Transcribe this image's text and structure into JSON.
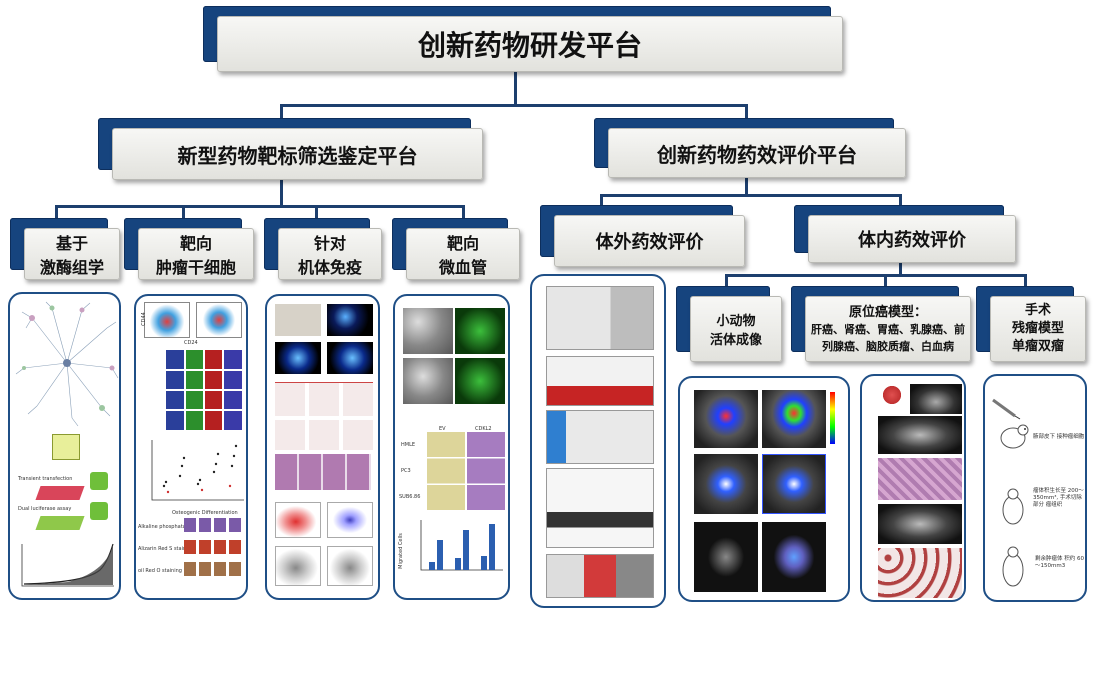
{
  "title": "创新药物研发平台",
  "branches": {
    "target": {
      "label": "新型药物靶标筛选鉴定平台",
      "items": [
        {
          "line1": "基于",
          "line2": "激酶组学"
        },
        {
          "line1": "靶向",
          "line2": "肿瘤干细胞"
        },
        {
          "line1": "针对",
          "line2": "机体免疫"
        },
        {
          "line1": "靶向",
          "line2": "微血管"
        }
      ]
    },
    "efficacy": {
      "label": "创新药物药效评价平台",
      "in_vitro": "体外药效评价",
      "in_vivo": "体内药效评价",
      "in_vivo_items": [
        {
          "lines": [
            "小动物",
            "活体成像"
          ]
        },
        {
          "lines": [
            "原位癌模型：",
            "肝癌、肾癌、胃癌、乳腺癌、前",
            "列腺癌、脑胶质瘤、白血病"
          ]
        },
        {
          "lines": [
            "手术",
            "残瘤模型",
            "单瘤双瘤"
          ]
        }
      ]
    }
  },
  "figure_text": {
    "transient_transfection": "Transient transfection",
    "dual_luciferase": "Dual luciferase assay",
    "ev": "EV",
    "cdkl2": "CDKL2",
    "hmle": "HMLE",
    "pc3": "PC3",
    "sub86": "SUB6.86",
    "migrated": "Migrated Cells",
    "alkaline": "Alkaline phosphatase activity",
    "alizarin": "Alizarin Red S staining",
    "oil_red": "oil Red O staining",
    "osteogenic": "Osteogenic Differentiation",
    "cd24": "CD24",
    "cd44": "CD44",
    "mouse_step1": "腋部皮下 接种瘤细胞",
    "mouse_step2": "瘤体积生长至 200～350mm³, 手术切除部分 瘤组织",
    "mouse_step3": "剩余肿瘤体 积约 60～150mm3"
  },
  "colors": {
    "navy": "#16447e",
    "panel_border": "#1f4f86",
    "line": "#1d3f6e"
  }
}
